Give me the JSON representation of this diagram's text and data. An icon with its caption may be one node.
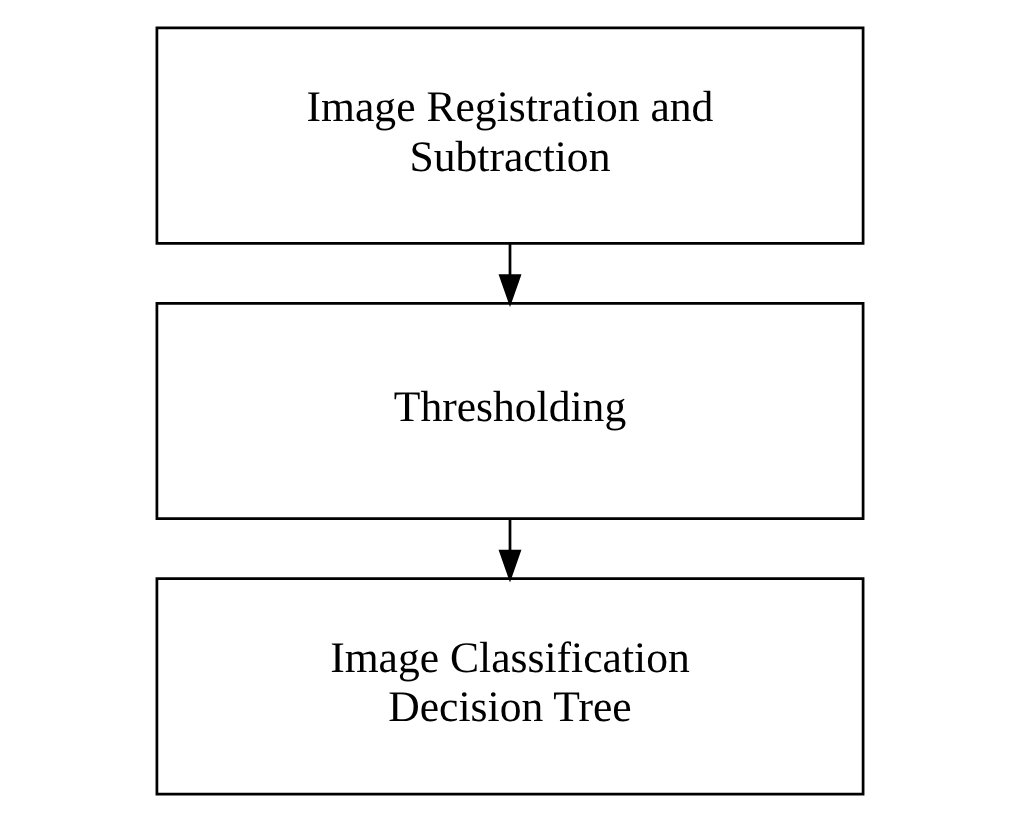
{
  "diagram": {
    "nodes": [
      {
        "text": [
          "Image Registration and Subtraction"
        ]
      },
      {
        "text": [
          "Thresholding"
        ]
      },
      {
        "text": [
          "Image Classification Decision Tree"
        ]
      }
    ],
    "edges": [
      {
        "from": 0,
        "to": 1,
        "arrow": "to"
      },
      {
        "from": 1,
        "to": 2,
        "arrow": "to"
      }
    ]
  }
}
